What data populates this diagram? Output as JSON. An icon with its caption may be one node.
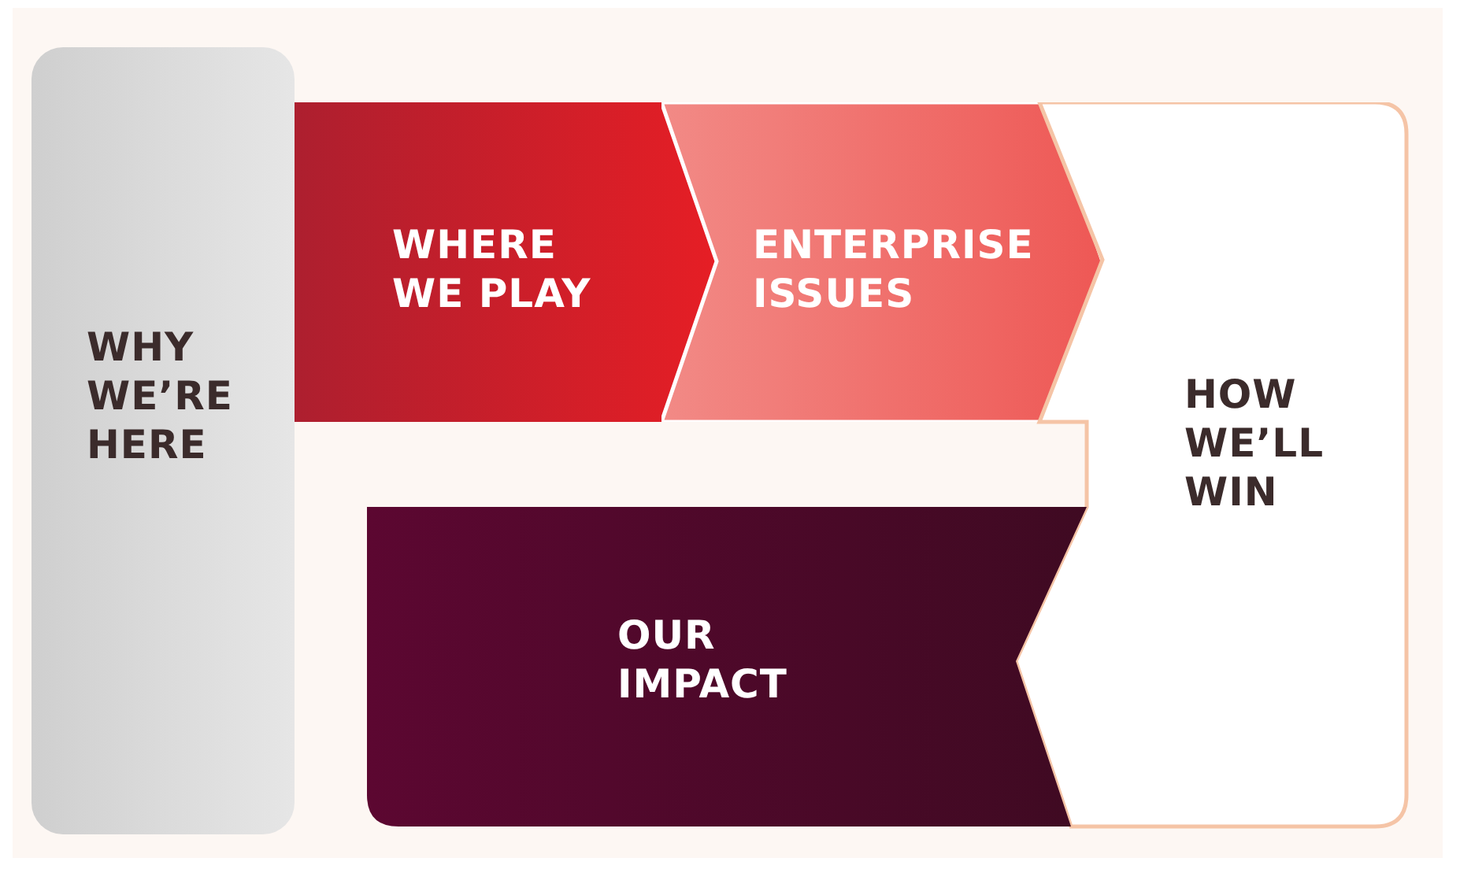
{
  "diagram": {
    "nodes": [
      {
        "text": [
          "WHY WE’RE HERE"
        ]
      },
      {
        "text": [
          "WHERE WE PLAY"
        ]
      },
      {
        "text": [
          "ENTERPRISE ISSUES"
        ]
      },
      {
        "text": [
          "HOW WE’LL WIN"
        ]
      },
      {
        "text": [
          "OUR IMPACT"
        ]
      }
    ]
  }
}
